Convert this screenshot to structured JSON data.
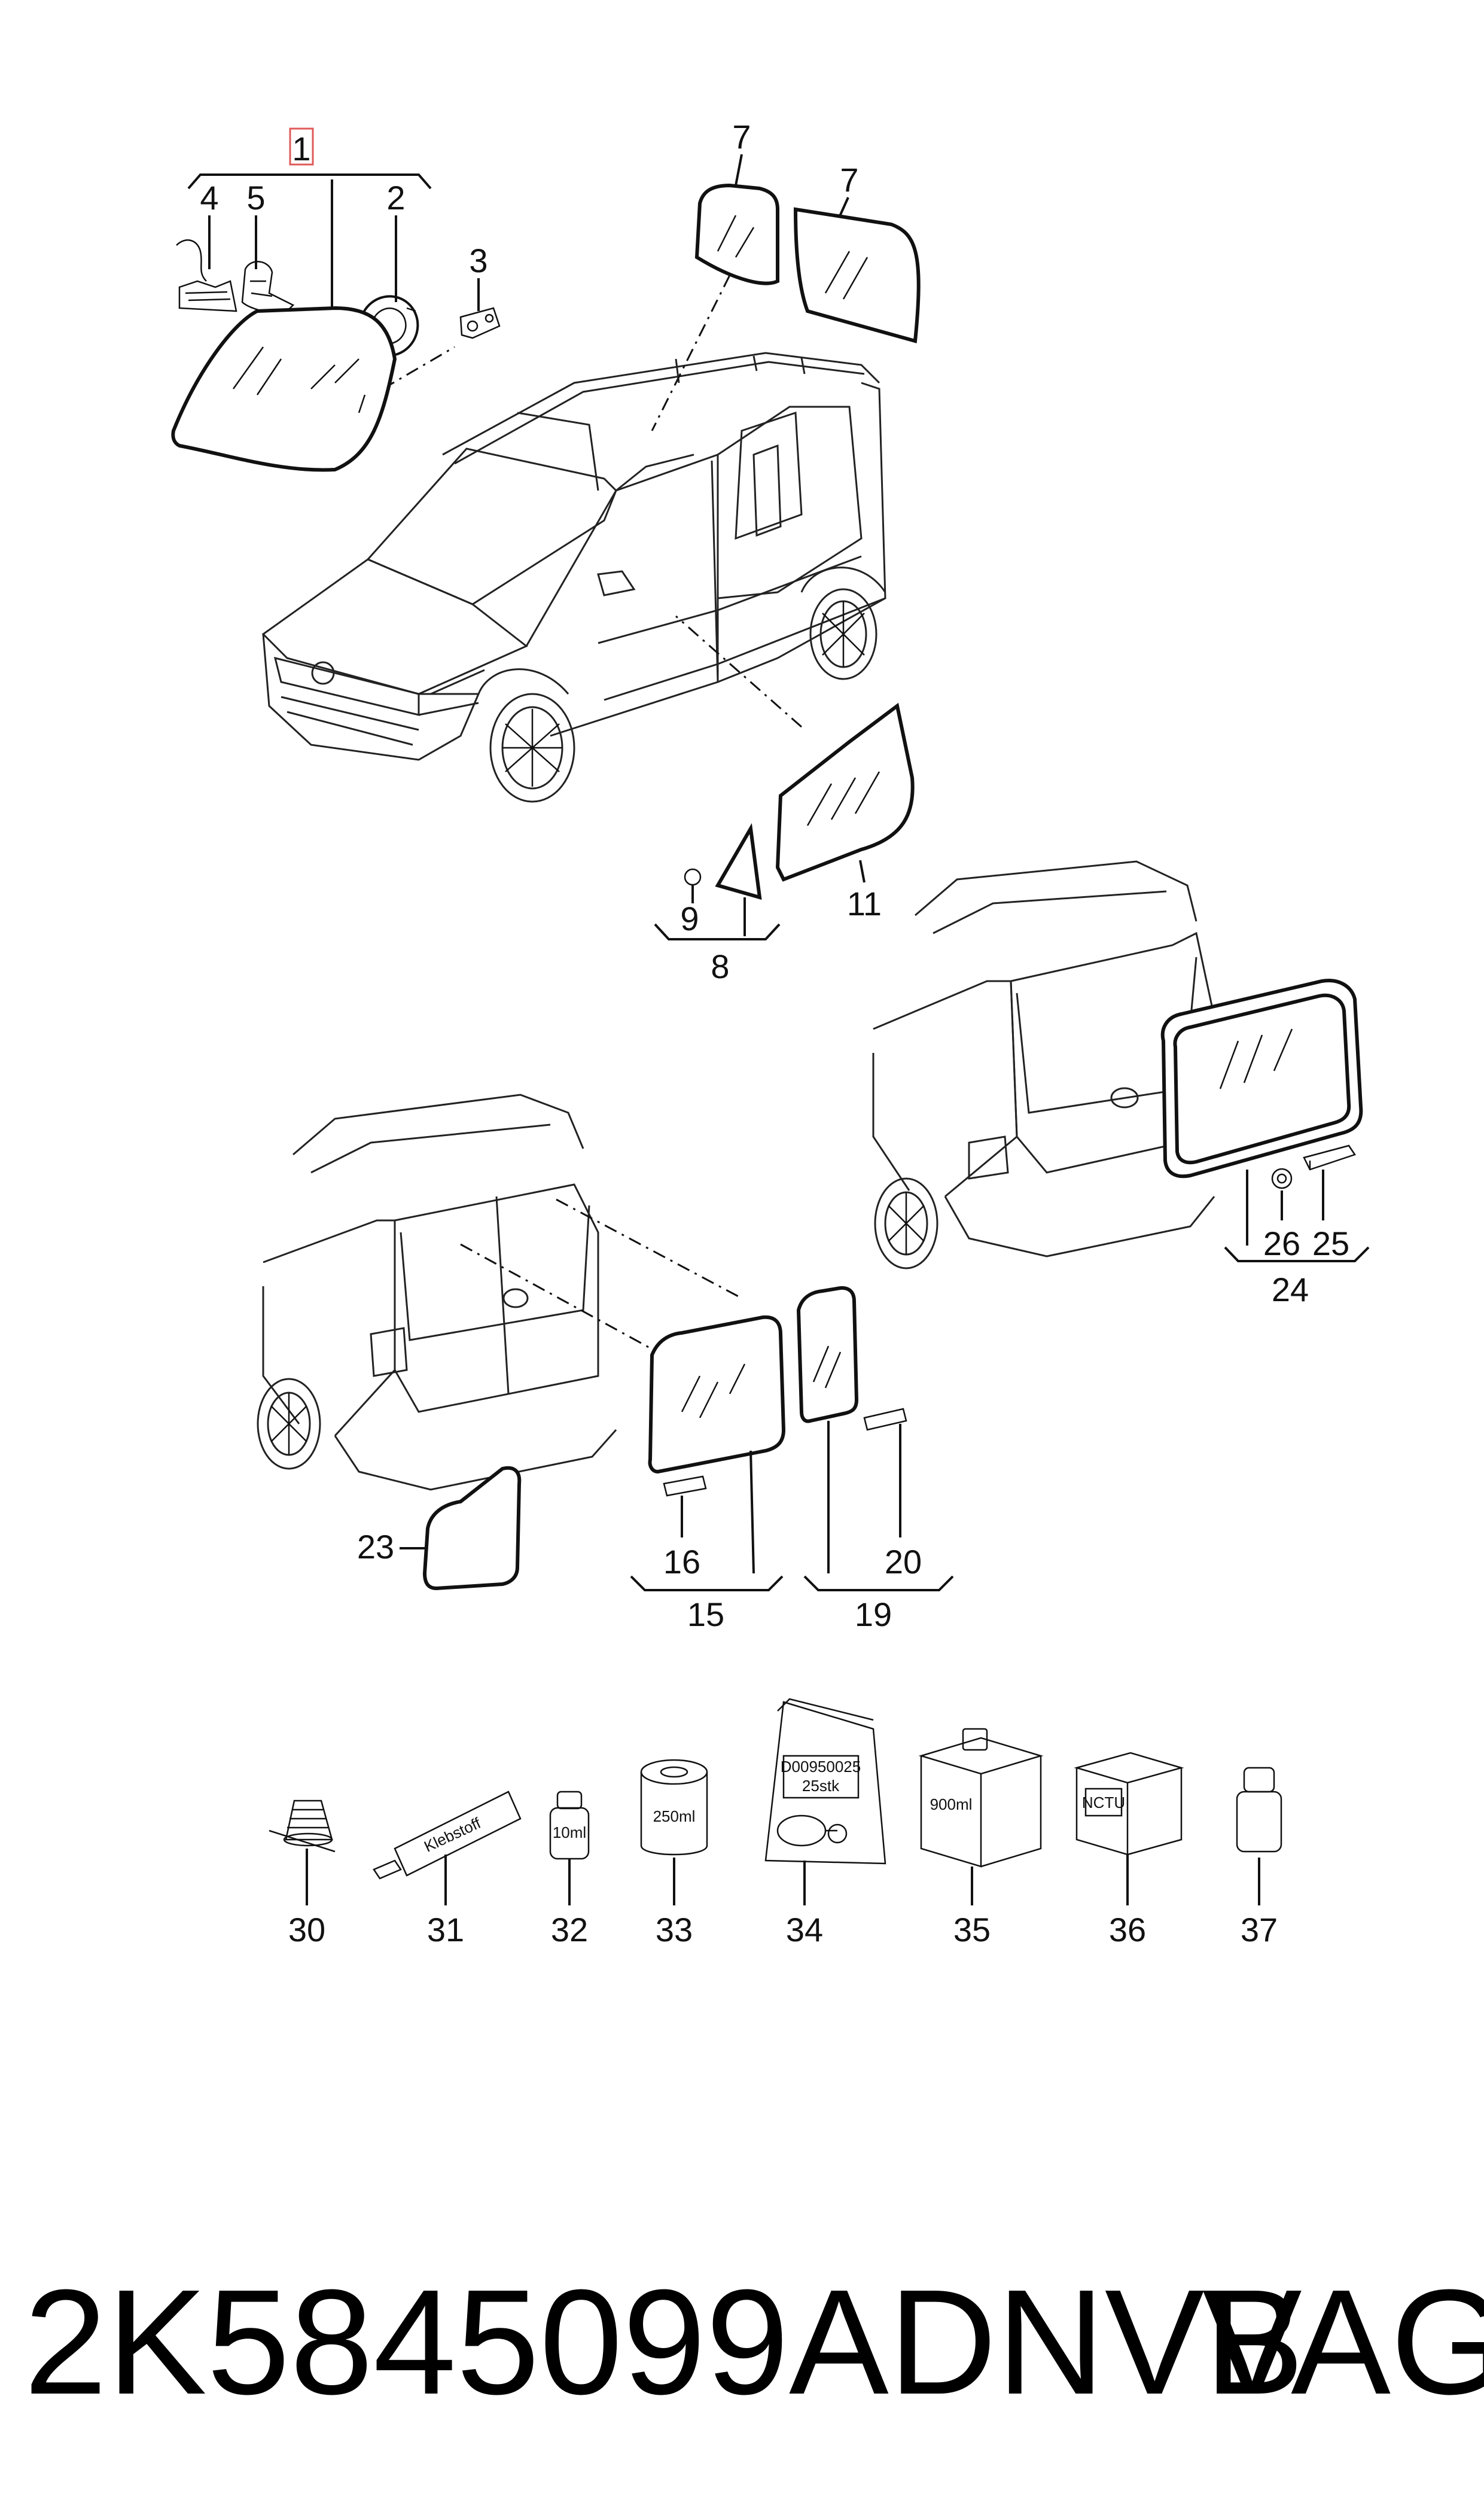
{
  "diagram": {
    "callouts": {
      "c1": "1",
      "c2": "2",
      "c3": "3",
      "c4": "4",
      "c5": "5",
      "c7a": "7",
      "c7b": "7",
      "c8": "8",
      "c9": "9",
      "c11": "11",
      "c15": "15",
      "c16": "16",
      "c19": "19",
      "c20": "20",
      "c23": "23",
      "c24": "24",
      "c25": "25",
      "c26": "26",
      "c30": "30",
      "c31": "31",
      "c32": "32",
      "c33": "33",
      "c34": "34",
      "c35": "35",
      "c36": "36",
      "c37": "37"
    },
    "product_labels": {
      "tube": "Klebstoff",
      "bottle_10ml": "10ml",
      "can_250ml": "250ml",
      "bag_code": "D00950025",
      "bag_qty": "25stk",
      "box_900ml": "900ml",
      "box_logo": "NCTU"
    }
  },
  "footer": {
    "part_number": "2K5845099ADNVB",
    "brand": "VAG"
  }
}
